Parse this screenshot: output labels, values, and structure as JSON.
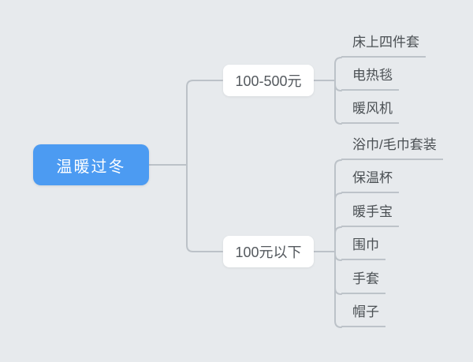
{
  "meta": {
    "app_type": "mindmap",
    "background_color": "#E7EAED",
    "connector_color": "#BCC2C8",
    "root_node_color": "#4C9BF2",
    "root_text_color": "#FFFFFF",
    "branch_node_color": "#FFFFFF",
    "text_color": "#4B5054"
  },
  "root": {
    "label": "温暖过冬"
  },
  "branches": [
    {
      "label": "100-500元",
      "children": [
        {
          "label": "床上四件套"
        },
        {
          "label": "电热毯"
        },
        {
          "label": "暖风机"
        }
      ]
    },
    {
      "label": "100元以下",
      "children": [
        {
          "label": "浴巾/毛巾套装"
        },
        {
          "label": "保温杯"
        },
        {
          "label": "暖手宝"
        },
        {
          "label": "围巾"
        },
        {
          "label": "手套"
        },
        {
          "label": "帽子"
        }
      ]
    }
  ]
}
